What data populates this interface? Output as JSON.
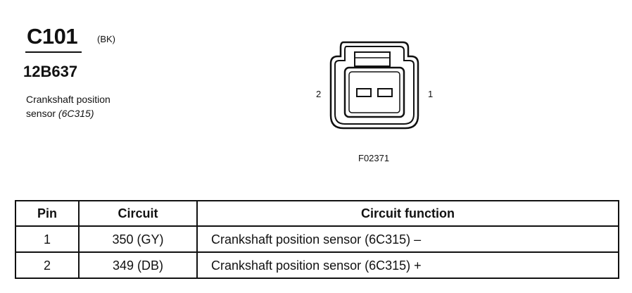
{
  "connector": {
    "id": "C101",
    "color": "(BK)",
    "part_number": "12B637",
    "description_line1": "Crankshaft position",
    "description_line2": "sensor ",
    "description_ref": "(6C315)"
  },
  "diagram": {
    "pin_left": "2",
    "pin_right": "1",
    "figure_id": "F02371"
  },
  "table": {
    "headers": {
      "pin": "Pin",
      "circuit": "Circuit",
      "function": "Circuit function"
    },
    "rows": [
      {
        "pin": "1",
        "circuit": "350 (GY)",
        "function": "Crankshaft position sensor (6C315) –"
      },
      {
        "pin": "2",
        "circuit": "349 (DB)",
        "function": "Crankshaft position sensor (6C315) +"
      }
    ]
  }
}
